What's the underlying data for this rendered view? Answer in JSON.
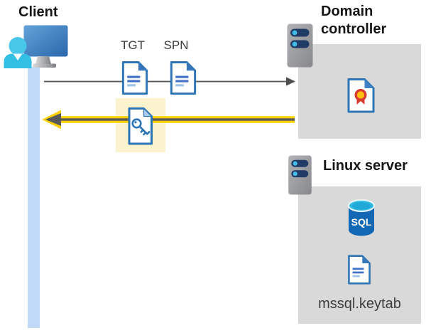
{
  "diagram": {
    "client": {
      "title": "Client",
      "icon": "user-at-monitor-icon"
    },
    "request_flow": {
      "tgt_label": "TGT",
      "spn_label": "SPN",
      "tgt_icon": "document-icon",
      "spn_icon": "document-icon",
      "arrow": "gray-right-arrow"
    },
    "response_flow": {
      "icon": "key-document-icon",
      "arrow": "yellow-highlighted-left-arrow"
    },
    "domain_controller": {
      "title": "Domain controller",
      "server_icon": "server-icon",
      "content_icon": "certificate-icon"
    },
    "linux_server": {
      "title": "Linux server",
      "server_icon": "server-icon",
      "database_icon": "sql-database-icon",
      "database_label": "SQL",
      "keytab_icon": "document-icon",
      "keytab_label": "mssql.keytab"
    },
    "colors": {
      "highlight_yellow_box": "#fbf3ce",
      "arrow_yellow": "#ffd208",
      "arrow_dark_gray": "#58595b",
      "panel_gray": "#d9d9d9",
      "document_blue": "#2e75b6",
      "client_timeline_blue": "#bfd9f6",
      "server_slot_navy": "#203b66",
      "indicator_cyan": "#43bfe7",
      "sql_body_blue": "#1268b4",
      "certificate_red": "#d93b30",
      "certificate_gold": "#ffc010",
      "monitor_blue": "#3d7fc1",
      "person_cyan": "#3cc3e7"
    }
  }
}
